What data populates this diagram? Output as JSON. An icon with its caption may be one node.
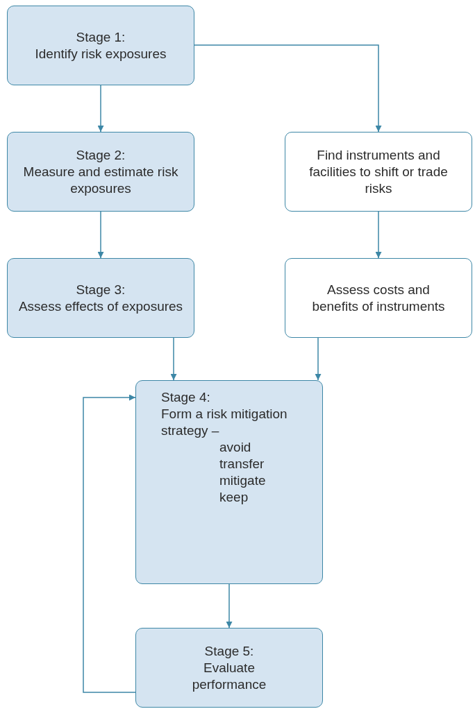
{
  "diagram": {
    "nodes": [
      {
        "text": [
          "Stage 1:",
          "Identify risk exposures"
        ]
      },
      {
        "text": [
          "Stage 2:",
          "Measure and estimate risk exposures"
        ]
      },
      {
        "text": [
          "Stage 3:",
          "Assess effects of exposures"
        ]
      },
      {
        "text": [
          "Find instruments and facilities to shift or trade risks"
        ]
      },
      {
        "text": [
          "Assess costs and benefits of instruments"
        ]
      },
      {
        "text": [
          "Stage 4:",
          "Form a risk mitigation strategy –",
          "avoid",
          "transfer",
          "mitigate",
          "keep"
        ]
      },
      {
        "text": [
          "Stage 5:",
          "Evaluate performance"
        ]
      }
    ],
    "edges": [
      {
        "from": 0,
        "to": 1,
        "arrow": "to"
      },
      {
        "from": 0,
        "to": 3,
        "arrow": "to"
      },
      {
        "from": 1,
        "to": 2,
        "arrow": "to"
      },
      {
        "from": 3,
        "to": 4,
        "arrow": "to"
      },
      {
        "from": 2,
        "to": 5,
        "arrow": "to"
      },
      {
        "from": 4,
        "to": 5,
        "arrow": "to"
      },
      {
        "from": 5,
        "to": 6,
        "arrow": "to"
      },
      {
        "from": 6,
        "to": 5,
        "arrow": "to"
      }
    ]
  }
}
